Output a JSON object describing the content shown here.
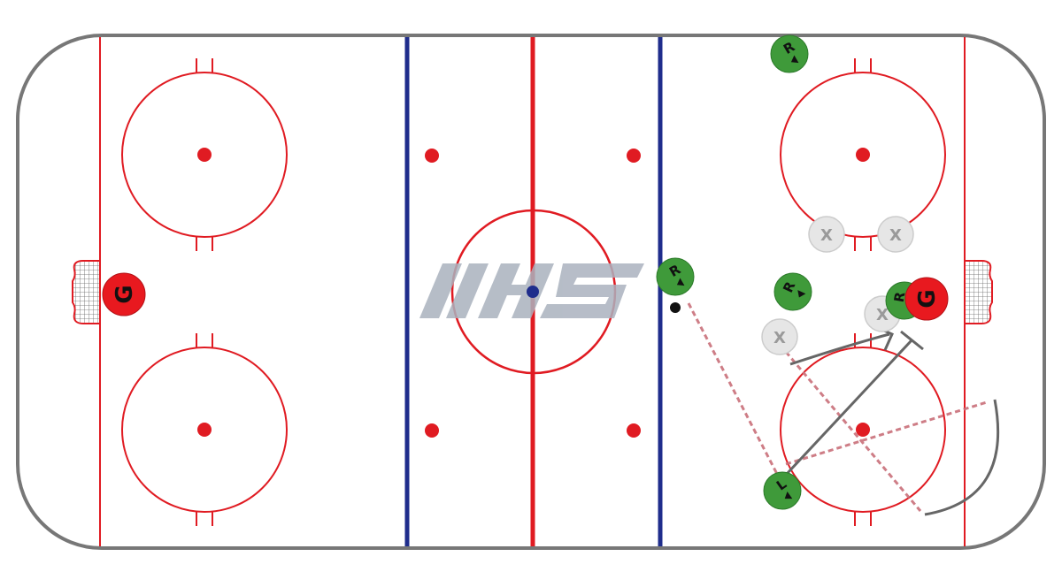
{
  "colors": {
    "board": "#777777",
    "red_line": "#e01b22",
    "blue_line": "#1f2d8c",
    "dot": "#e01b22",
    "center_dot": "#1f2d8c",
    "goalie_fill": "#e8191f",
    "player_fill": "#3f9a3a",
    "opponent_fill": "#e6e6e6",
    "opponent_text": "#9a9a9a",
    "puck": "#111111",
    "pass_line": "#c9707a",
    "skate_line": "#666666",
    "logo": "#aab2be"
  },
  "logo": {
    "text": "IHS"
  },
  "goalies": [
    {
      "label": "G",
      "side": "left"
    },
    {
      "label": "G",
      "side": "right"
    }
  ],
  "players": [
    {
      "label": "R",
      "role": "winger-top"
    },
    {
      "label": "R",
      "role": "winger-blue-line"
    },
    {
      "label": "R",
      "role": "winger-slot"
    },
    {
      "label": "R",
      "role": "winger-crease"
    },
    {
      "label": "L",
      "role": "winger-bottom"
    }
  ],
  "opponents": [
    {
      "label": "X"
    },
    {
      "label": "X"
    },
    {
      "label": "X"
    },
    {
      "label": "X"
    }
  ]
}
